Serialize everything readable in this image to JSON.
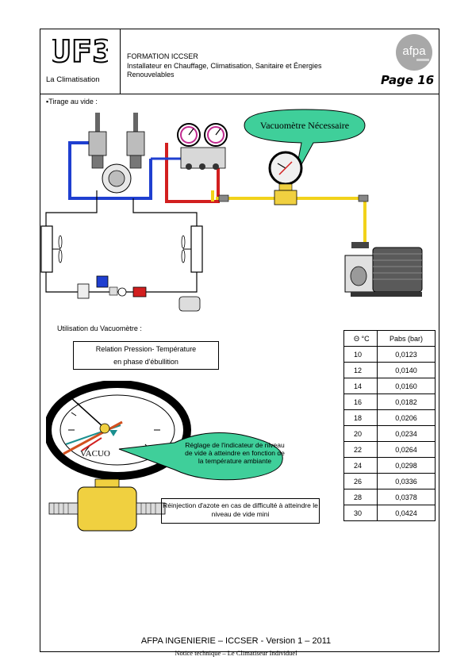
{
  "header": {
    "logo_text": "UF3",
    "module": "La Climatisation",
    "formation_line1": "FORMATION ICCSER",
    "formation_line2": "Installateur en Chauffage, Climatisation, Sanitaire et Énergies",
    "formation_line3": "Renouvelables",
    "brand": "afpa",
    "page": "Page 16"
  },
  "section": {
    "title": "Tirage au vide :",
    "callout": "Vacuomètre Nécessaire",
    "usage_title": "Utilisation du Vacuomètre :"
  },
  "relation": {
    "line1": "Relation Pression- Température",
    "line2": "en phase d'ébullition"
  },
  "gauge": {
    "label": "VACUO"
  },
  "annotations": {
    "reglage": "Réglage de l'indicateur de niveau de vide à atteindre en fonction de la température ambiante",
    "reinjection": "Réinjection d'azote en cas de difficulté à atteindre le niveau de vide mini"
  },
  "table": {
    "headers": [
      "Θ °C",
      "Pabs (bar)"
    ],
    "rows": [
      [
        "10",
        "0,0123"
      ],
      [
        "12",
        "0,0140"
      ],
      [
        "14",
        "0,0160"
      ],
      [
        "16",
        "0,0182"
      ],
      [
        "18",
        "0,0206"
      ],
      [
        "20",
        "0,0234"
      ],
      [
        "22",
        "0,0264"
      ],
      [
        "24",
        "0,0298"
      ],
      [
        "26",
        "0,0336"
      ],
      [
        "28",
        "0,0378"
      ],
      [
        "30",
        "0,0424"
      ]
    ]
  },
  "footer": {
    "main": "AFPA INGENIERIE – ICCSER - Version 1 – 2011",
    "sub": "Notice technique – Le Climatiseur Individuel"
  },
  "colors": {
    "blue_pipe": "#1f3fd0",
    "red_pipe": "#d21f1f",
    "yellow_pipe": "#f2d21a",
    "callout_green": "#3fcf9a",
    "pump_gray": "#5a5a5a",
    "brass": "#f0d040"
  }
}
